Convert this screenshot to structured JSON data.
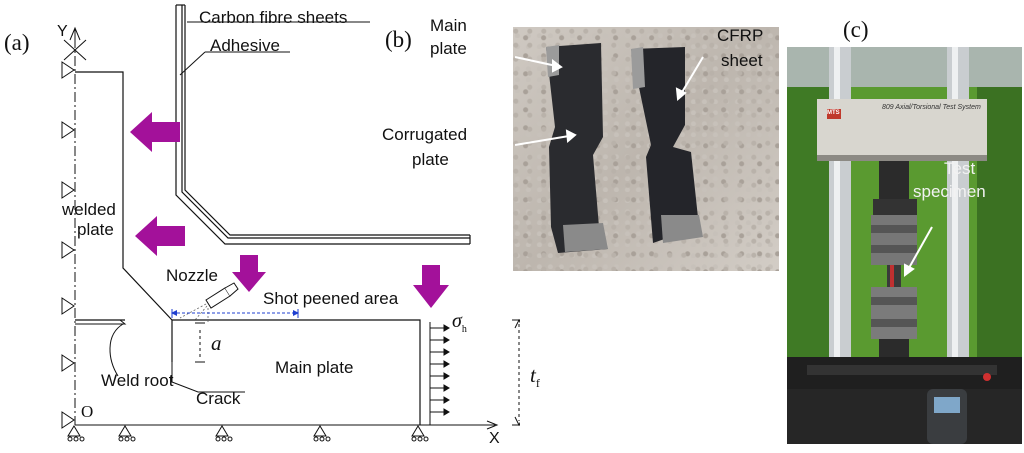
{
  "panel_labels": {
    "a": "(a)",
    "b": "(b)",
    "c": "(c)"
  },
  "diagram": {
    "axis_y": "Y",
    "axis_x": "X",
    "origin": "O",
    "carbon_fibre": "Carbon fibre sheets",
    "adhesive": "Adhesive",
    "main_plate_top_1": "Main",
    "main_plate_top_2": "plate",
    "welded_1": "welded",
    "welded_2": "plate",
    "nozzle": "Nozzle",
    "shot_peened": "Shot peened area",
    "crack_depth": "a",
    "main_plate": "Main plate",
    "weld_root": "Weld root",
    "crack": "Crack",
    "sigma": "σ",
    "sigma_sub": "h",
    "thickness": "t",
    "thickness_sub": "f"
  },
  "photo_b": {
    "cfrp_1": "CFRP",
    "cfrp_2": "sheet",
    "corrugated_1": "Corrugated",
    "corrugated_2": "plate"
  },
  "photo_c": {
    "test_1": "Test",
    "test_2": "specimen",
    "machine_name": "809 Axial/Torsional Test System",
    "brand": "MTS"
  },
  "colors": {
    "load_arrow": "#a3119a",
    "dim_blue": "#1f3fd0"
  }
}
